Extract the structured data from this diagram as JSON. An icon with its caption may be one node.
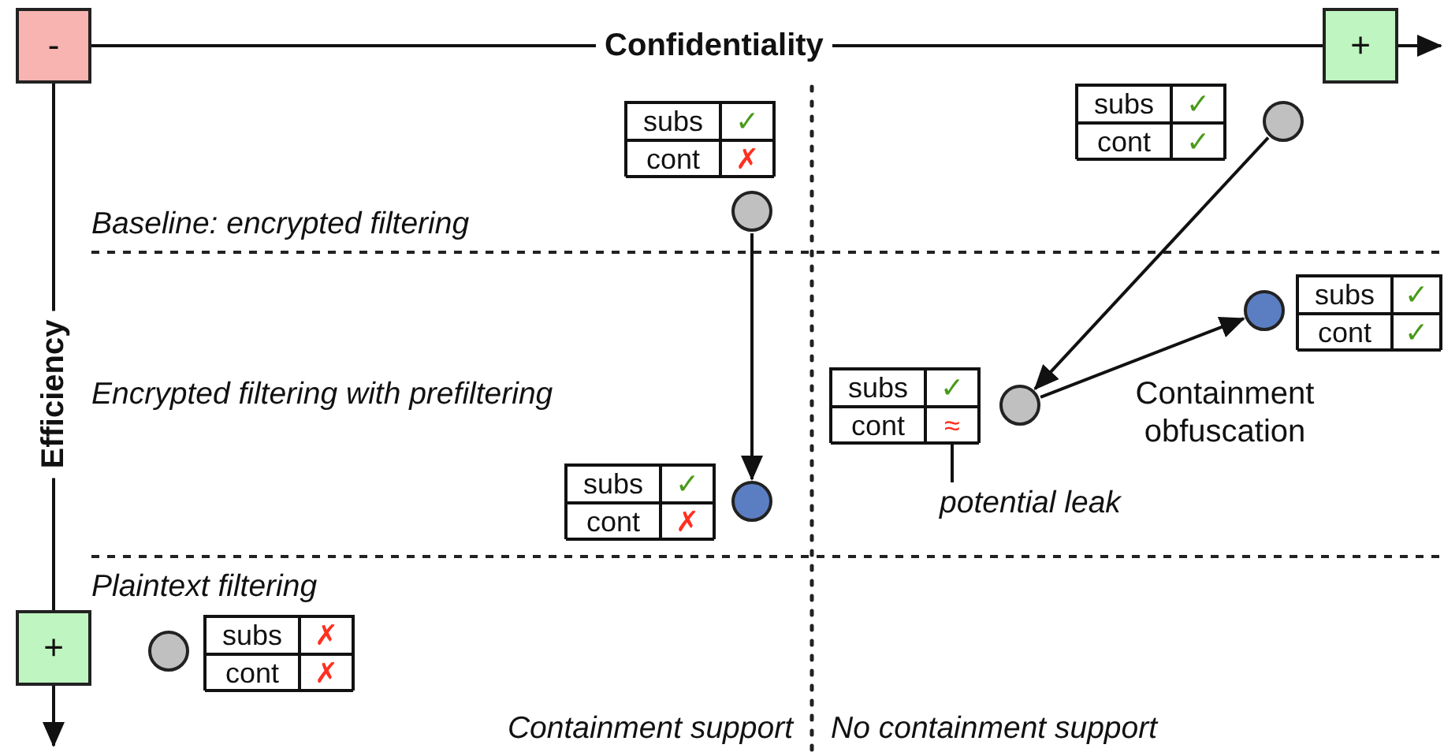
{
  "diagram": {
    "nodes": [
      {
        "text": [
          "-"
        ]
      },
      {
        "text": [
          "+"
        ]
      },
      {
        "text": [
          "subs",
          "✓",
          "cont",
          "✓"
        ]
      },
      {
        "text": [],
        "shape": "circle"
      },
      {
        "text": [
          "subs",
          "✓",
          "cont",
          "✗"
        ]
      },
      {
        "text": [],
        "shape": "circle"
      },
      {
        "text": [],
        "shape": "circle"
      },
      {
        "text": [
          "subs",
          "✓",
          "cont",
          "✓"
        ]
      },
      {
        "text": [
          "subs",
          "✓",
          "cont",
          "≈"
        ]
      },
      {
        "text": [],
        "shape": "circle"
      },
      {
        "text": [
          "potential leak"
        ]
      },
      {
        "text": [
          "subs",
          "✓",
          "cont",
          "✗"
        ]
      },
      {
        "text": [],
        "shape": "circle"
      },
      {
        "text": [
          "+"
        ]
      },
      {
        "text": [],
        "shape": "circle"
      },
      {
        "text": [
          "subs",
          "✗",
          "cont",
          "✗"
        ]
      }
    ],
    "edges": [
      {
        "from": 0,
        "to": 1,
        "arrow": "none",
        "label": "Confidentiality"
      },
      {
        "from": 1,
        "to": null,
        "arrow": "to"
      },
      {
        "from": 0,
        "to": 13,
        "arrow": "none",
        "label": "Efficiency"
      },
      {
        "from": 13,
        "to": null,
        "arrow": "to"
      },
      {
        "from": 5,
        "to": 12,
        "arrow": "to"
      },
      {
        "from": 3,
        "to": 9,
        "arrow": "to"
      },
      {
        "from": 9,
        "to": 6,
        "arrow": "to",
        "label": "Containment obfuscation"
      },
      {
        "from": 10,
        "to": 8,
        "arrow": "none"
      }
    ],
    "labels": [
      "Baseline: encrypted filtering",
      "Encrypted filtering with prefiltering",
      "Plaintext filtering",
      "Containment support",
      "No containment support"
    ]
  }
}
